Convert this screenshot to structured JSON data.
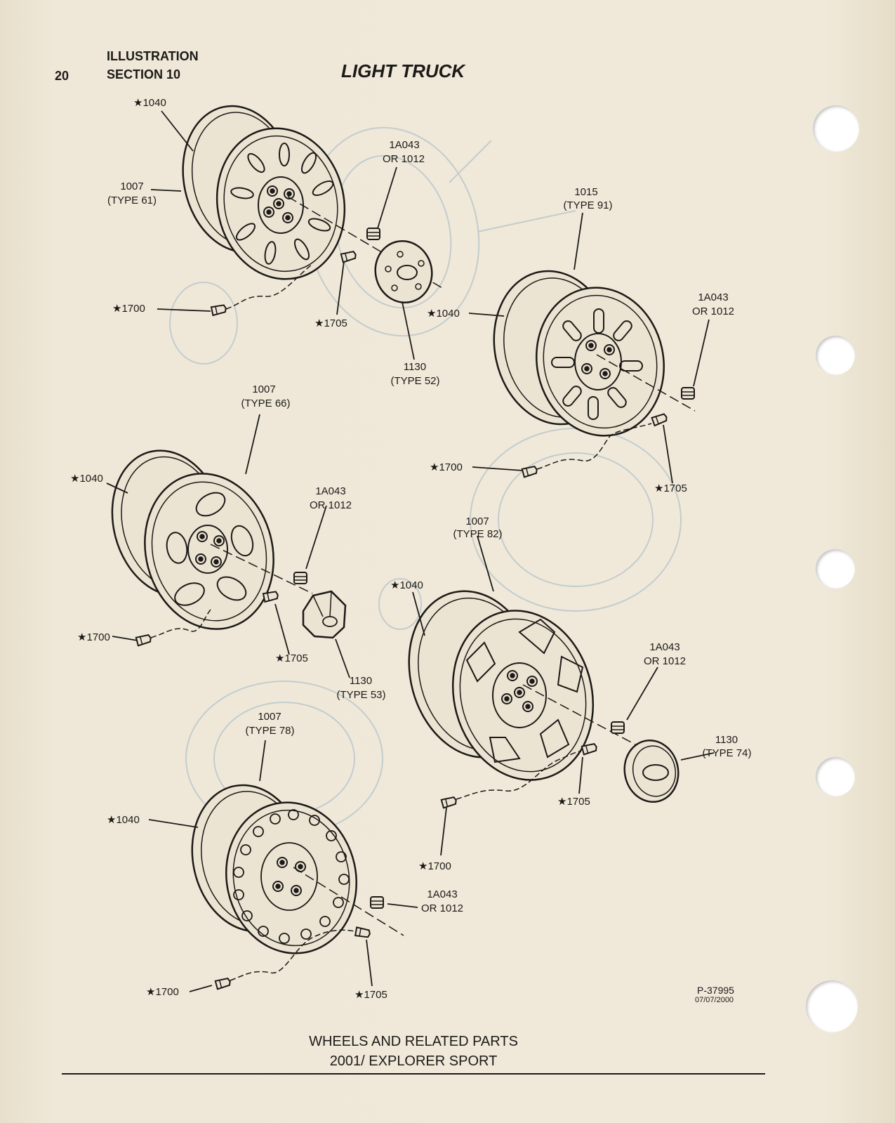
{
  "header": {
    "page_number": "20",
    "section_line1": "ILLUSTRATION",
    "section_line2": "SECTION 10",
    "title": "LIGHT TRUCK"
  },
  "callouts": {
    "a_1040": "★1040",
    "a_1007": "1007",
    "a_1007_type": "(TYPE 61)",
    "a_1a043": "1A043",
    "a_or": "OR 1012",
    "a_1700": "★1700",
    "a_1705": "★1705",
    "a_1130": "1130",
    "a_1130_type": "(TYPE 52)",
    "b_1015": "1015",
    "b_1015_type": "(TYPE 91)",
    "b_1040": "★1040",
    "b_1a043": "1A043",
    "b_or": "OR 1012",
    "b_1700": "★1700",
    "b_1705": "★1705",
    "c_1007": "1007",
    "c_1007_type": "(TYPE 66)",
    "c_1040": "★1040",
    "c_1a043": "1A043",
    "c_or": "OR 1012",
    "c_1700": "★1700",
    "c_1705": "★1705",
    "c_1130": "1130",
    "c_1130_type": "(TYPE 53)",
    "d_1007": "1007",
    "d_1007_type": "(TYPE 82)",
    "d_1040": "★1040",
    "d_1a043": "1A043",
    "d_or": "OR 1012",
    "d_1130": "1130",
    "d_1130_type": "(TYPE 74)",
    "d_1705": "★1705",
    "d_1700": "★1700",
    "e_1007": "1007",
    "e_1007_type": "(TYPE 78)",
    "e_1040": "★1040",
    "e_1a043": "1A043",
    "e_or": "OR 1012",
    "e_1700": "★1700",
    "e_1705": "★1705"
  },
  "figure_ref": {
    "number": "P-37995",
    "date": "07/07/2000"
  },
  "footer": {
    "line1": "WHEELS AND RELATED PARTS",
    "line2": "2001/ EXPLORER SPORT"
  },
  "colors": {
    "paper": "#efe8d8",
    "ink": "#1c1a18",
    "ghost": "#b9c6cc",
    "binder_hole": "#ffffff"
  }
}
